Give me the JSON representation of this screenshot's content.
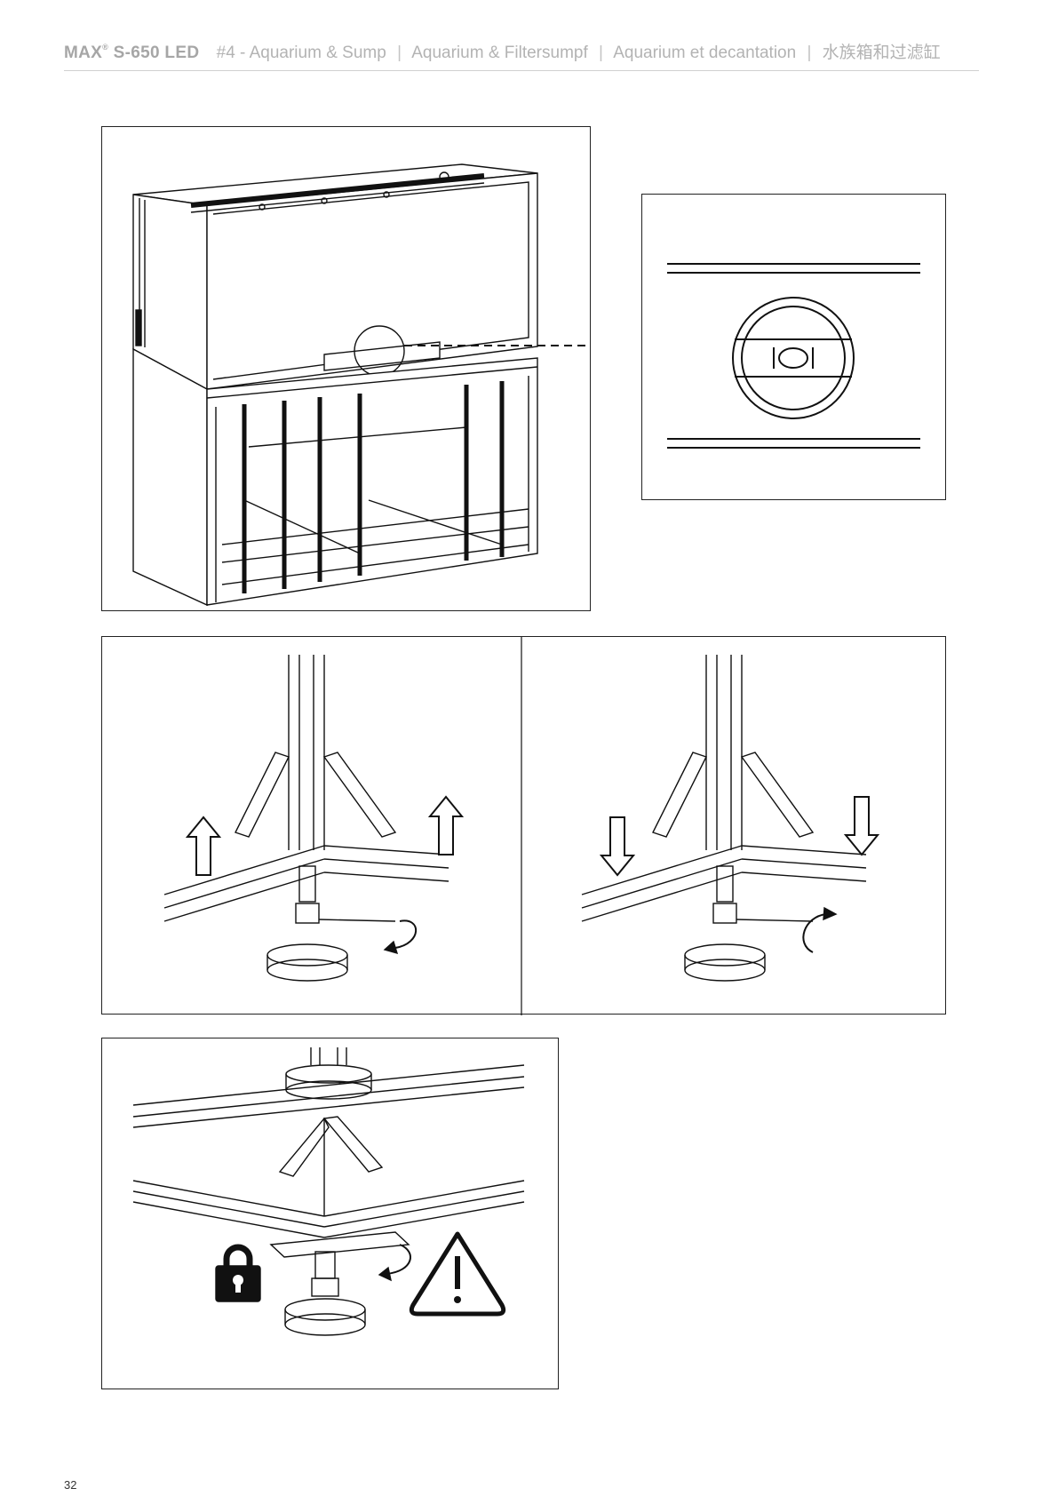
{
  "header": {
    "brand": "MAX",
    "registered": "®",
    "model": "S-650 LED",
    "chapter": "#4 - Aquarium & Sump",
    "lang_de": "Aquarium & Filtersumpf",
    "lang_fr": "Aquarium et decantation",
    "lang_zh": "水族箱和过滤缸",
    "separator": "|"
  },
  "footer": {
    "page_number": "32"
  },
  "icons": {
    "level": "spirit-level-icon",
    "arrow_up": "arrow-up-icon",
    "arrow_down": "arrow-down-icon",
    "rotate": "rotate-arrow-icon",
    "lock": "padlock-icon",
    "warning": "warning-triangle-icon"
  },
  "colors": {
    "line": "#111111",
    "header_text": "#b3b3b3",
    "rule": "#d0d0d0"
  }
}
